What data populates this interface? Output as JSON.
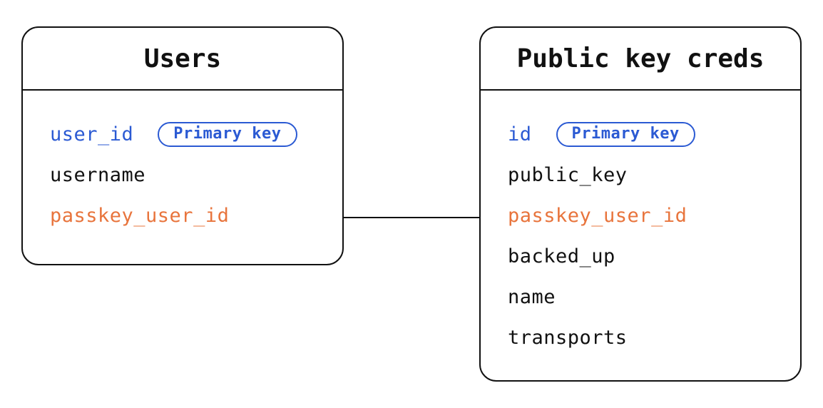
{
  "tables": [
    {
      "title": "Users",
      "fields": [
        {
          "name": "user_id",
          "role": "primary-key",
          "badge": "Primary key"
        },
        {
          "name": "username",
          "role": "plain"
        },
        {
          "name": "passkey_user_id",
          "role": "foreign-key"
        }
      ]
    },
    {
      "title": "Public key creds",
      "fields": [
        {
          "name": "id",
          "role": "primary-key",
          "badge": "Primary key"
        },
        {
          "name": "public_key",
          "role": "plain"
        },
        {
          "name": "passkey_user_id",
          "role": "foreign-key"
        },
        {
          "name": "backed_up",
          "role": "plain"
        },
        {
          "name": "name",
          "role": "plain"
        },
        {
          "name": "transports",
          "role": "plain"
        }
      ]
    }
  ],
  "relationship": {
    "from": "Users.passkey_user_id",
    "to": "Public key creds.passkey_user_id"
  },
  "colors": {
    "primary_key_blue": "#2b5ad3",
    "highlight_orange": "#e8743c",
    "line_black": "#111111",
    "background": "#ffffff"
  }
}
